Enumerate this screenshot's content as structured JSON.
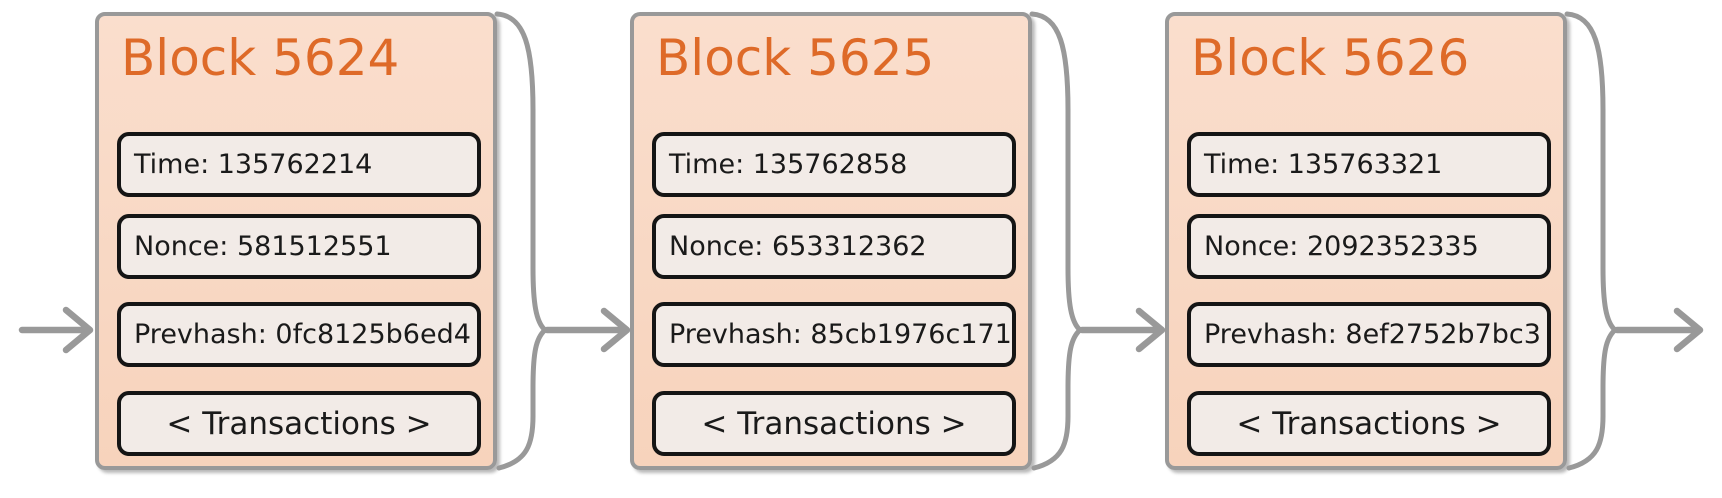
{
  "colors": {
    "background": "#ffffff",
    "block_fill_top": "#fadecd",
    "block_fill_bottom": "#f7d3bc",
    "block_border": "#999999",
    "title_color": "#de6a28",
    "field_fill": "#f2ebe7",
    "field_border": "#151515",
    "field_text": "#1a1a1a",
    "connector_color": "#999999"
  },
  "blocks": [
    {
      "title": "Block 5624",
      "fields": [
        {
          "label": "Time",
          "value": "135762214",
          "text": "Time: 135762214"
        },
        {
          "label": "Nonce",
          "value": "581512551",
          "text": "Nonce: 581512551"
        },
        {
          "label": "Prevhash",
          "value": "0fc8125b6ed4",
          "text": "Prevhash: 0fc8125b6ed4"
        }
      ],
      "transactions_label": "< Transactions >"
    },
    {
      "title": "Block 5625",
      "fields": [
        {
          "label": "Time",
          "value": "135762858",
          "text": "Time: 135762858"
        },
        {
          "label": "Nonce",
          "value": "653312362",
          "text": "Nonce: 653312362"
        },
        {
          "label": "Prevhash",
          "value": "85cb1976c171",
          "text": "Prevhash: 85cb1976c171"
        }
      ],
      "transactions_label": "< Transactions >"
    },
    {
      "title": "Block 5626",
      "fields": [
        {
          "label": "Time",
          "value": "135763321",
          "text": "Time: 135763321"
        },
        {
          "label": "Nonce",
          "value": "2092352335",
          "text": "Nonce: 2092352335"
        },
        {
          "label": "Prevhash",
          "value": "8ef2752b7bc3",
          "text": "Prevhash: 8ef2752b7bc3"
        }
      ],
      "transactions_label": "< Transactions >"
    }
  ],
  "connectors": {
    "style": "curly-brace-with-right-arrow",
    "direction": "left-to-right",
    "incoming_arrow": true,
    "outgoing_arrow": true
  }
}
